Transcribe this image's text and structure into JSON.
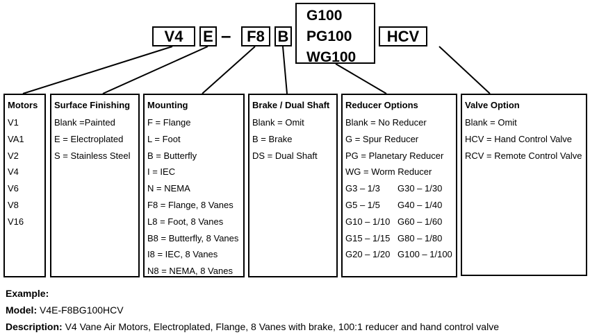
{
  "codes": {
    "motor": "V4",
    "surface": "E",
    "dash": "–",
    "mounting": "F8",
    "brake": "B",
    "reducer_options": [
      "G100",
      "PG100",
      "WG100"
    ],
    "valve": "HCV"
  },
  "columns": {
    "motors": {
      "title": "Motors",
      "items": [
        "V1",
        "VA1",
        "V2",
        "V4",
        "V6",
        "V8",
        "V16"
      ]
    },
    "surface": {
      "title": "Surface Finishing",
      "items": [
        "Blank =Painted",
        "E = Electroplated",
        "S = Stainless Steel"
      ]
    },
    "mounting": {
      "title": "Mounting",
      "items": [
        "F = Flange",
        "L = Foot",
        "B = Butterfly",
        "I = IEC",
        "N = NEMA",
        "F8 = Flange, 8 Vanes",
        "L8 = Foot, 8 Vanes",
        "B8 = Butterfly, 8 Vanes",
        "I8 = IEC, 8 Vanes",
        "N8 = NEMA, 8 Vanes"
      ]
    },
    "brake": {
      "title": "Brake / Dual Shaft",
      "items": [
        "Blank = Omit",
        "B = Brake",
        "DS = Dual Shaft"
      ]
    },
    "reducer": {
      "title": "Reducer Options",
      "items": [
        "Blank = No Reducer",
        "G = Spur Reducer",
        "PG = Planetary Reducer",
        "WG = Worm Reducer"
      ],
      "ratios": [
        [
          "G3 – 1/3",
          "G30 – 1/30"
        ],
        [
          "G5 – 1/5",
          "G40 – 1/40"
        ],
        [
          "G10 – 1/10",
          "G60 – 1/60"
        ],
        [
          "G15 – 1/15",
          "G80 – 1/80"
        ],
        [
          "G20 – 1/20",
          "G100 – 1/100"
        ]
      ]
    },
    "valve": {
      "title": "Valve Option",
      "items": [
        "Blank = Omit",
        "HCV = Hand Control Valve",
        "RCV = Remote Control Valve"
      ]
    }
  },
  "example": {
    "heading": "Example:",
    "model_label": "Model:",
    "model_value": " V4E-F8BG100HCV",
    "description_label": "Description:",
    "description_value": " V4 Vane Air Motors, Electroplated, Flange, 8 Vanes with brake, 100:1 reducer and hand control valve"
  }
}
